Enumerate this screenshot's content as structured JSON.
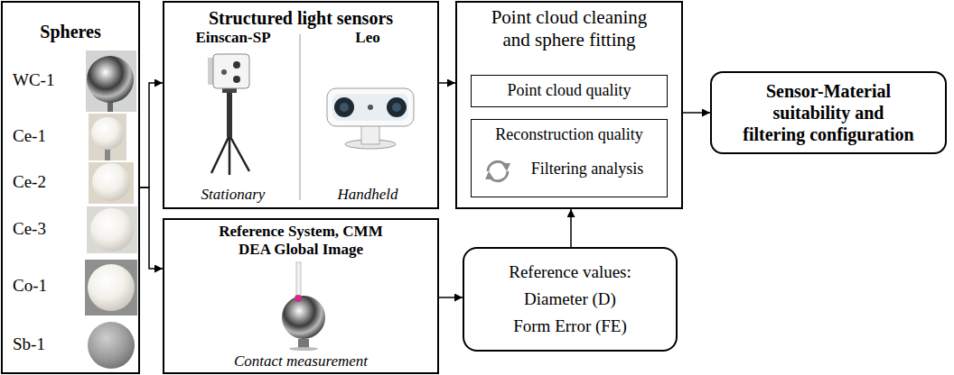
{
  "diagram": {
    "nodes": [
      {
        "text": [
          "Spheres"
        ]
      },
      {
        "text": [
          "Structured light sensors",
          "Einscan-SP",
          "Leo",
          "Stationary",
          "Handheld"
        ]
      },
      {
        "text": [
          "Point cloud cleaning and sphere fitting"
        ]
      },
      {
        "text": [
          "Point cloud quality"
        ],
        "in": 2
      },
      {
        "text": [
          "Reconstruction quality",
          "Filtering analysis"
        ],
        "in": 2
      },
      {
        "text": [
          "Sensor-Material suitability and filtering configuration"
        ]
      },
      {
        "text": [
          "Reference System, CMM DEA Global Image",
          "Contact measurement"
        ]
      },
      {
        "text": [
          "Reference values:",
          "Diameter (D)",
          "Form Error (FE)"
        ]
      }
    ],
    "edges": [
      {
        "from": 0,
        "to": 1,
        "arrow": "to"
      },
      {
        "from": 0,
        "to": 6,
        "arrow": "to"
      },
      {
        "from": 1,
        "to": 2,
        "arrow": "to"
      },
      {
        "from": 6,
        "to": 7,
        "arrow": "to"
      },
      {
        "from": 7,
        "to": 2,
        "arrow": "to"
      },
      {
        "from": 2,
        "to": 5,
        "arrow": "to"
      }
    ],
    "labels": [
      "WC-1",
      "Ce-1",
      "Ce-2",
      "Ce-3",
      "Co-1",
      "Sb-1"
    ]
  }
}
